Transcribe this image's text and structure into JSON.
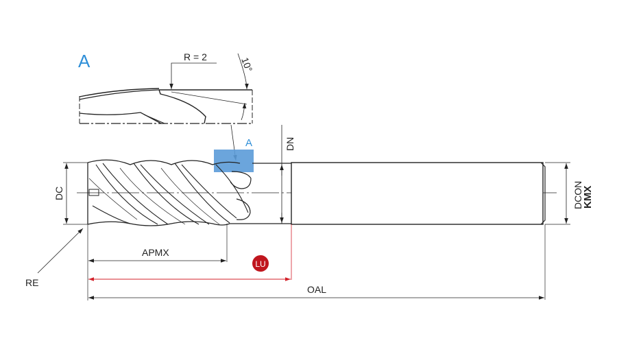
{
  "detail": {
    "view_label": "A",
    "radius_label": "R = 2",
    "angle_label": "10°",
    "marker_label": "A"
  },
  "dimensions": {
    "dc": "DC",
    "dn": "DN",
    "dcon": "DCON",
    "kmx": "KMX",
    "apmx": "APMX",
    "lu": "LU",
    "oal": "OAL",
    "re": "RE"
  },
  "colors": {
    "accent_blue": "#2f8fd8",
    "highlight_blue": "#5b9bd8",
    "lu_red": "#c0161e",
    "line": "#222222"
  }
}
